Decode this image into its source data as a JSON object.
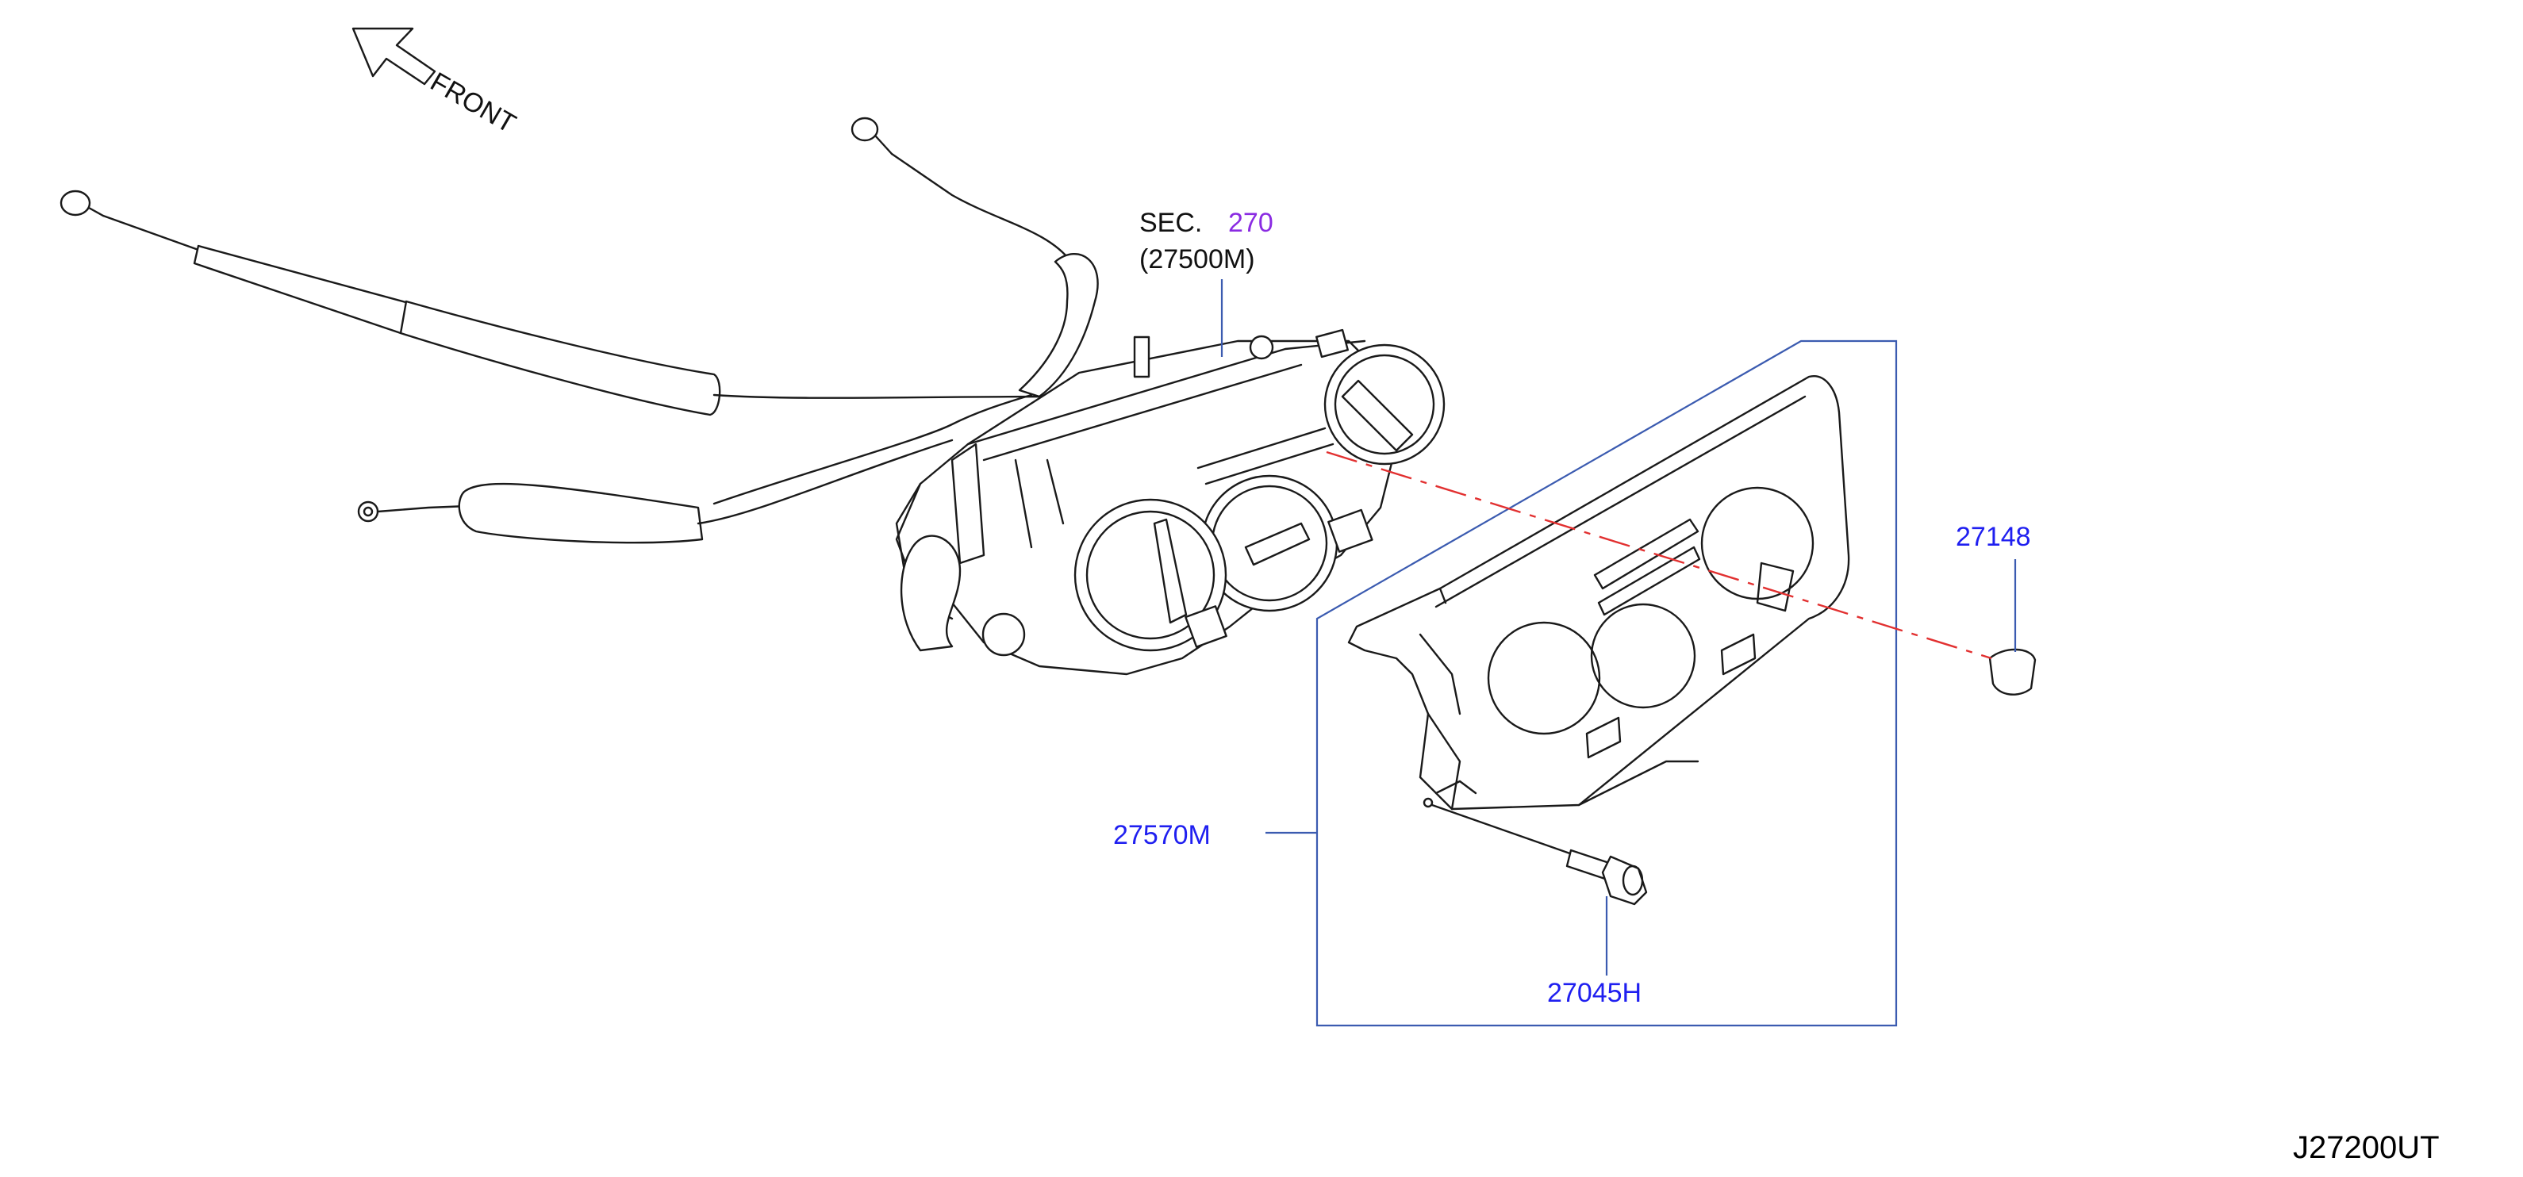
{
  "diagram": {
    "orientation_label": "FRONT",
    "section_ref": {
      "prefix": "SEC.",
      "number": "270",
      "sub_ref": "(27500M)"
    },
    "parts": {
      "heater_control_assembly": "27500M",
      "finisher_panel": "27570M",
      "knob_cap": "27148",
      "screw": "27045H"
    },
    "drawing_code": "J27200UT",
    "colors": {
      "part_label": "#1f1ff0",
      "section_number": "#8a2be2",
      "leader": "#3b5bb0",
      "center_axis": "#e23030"
    }
  }
}
